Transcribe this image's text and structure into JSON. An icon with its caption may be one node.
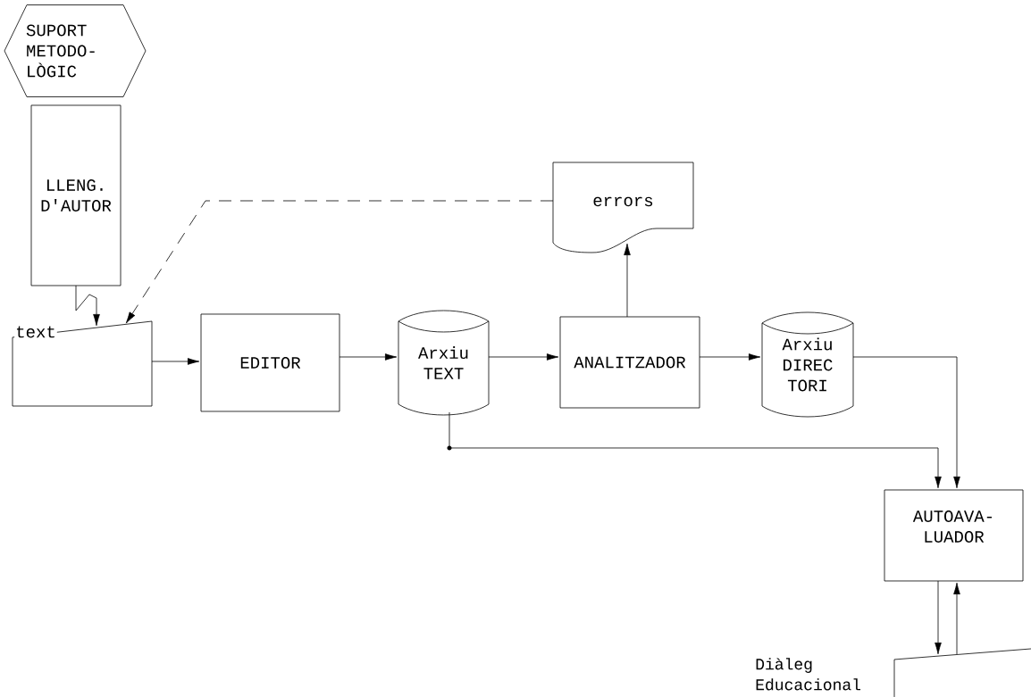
{
  "diagram": {
    "nodes": [
      {
        "text": [
          "SUPORT METODO- LÒGIC"
        ]
      },
      {
        "text": [
          "LLENG. D'AUTOR"
        ]
      },
      {
        "text": [],
        "shape": "trapezoid"
      },
      {
        "text": [
          "EDITOR"
        ]
      },
      {
        "text": [
          "Arxiu TEXT"
        ]
      },
      {
        "text": [
          "ANALITZADOR"
        ]
      },
      {
        "text": [
          "errors"
        ]
      },
      {
        "text": [
          "Arxiu DIREC TORI"
        ]
      },
      {
        "text": [
          "AUTOAVA- LUADOR"
        ]
      },
      {
        "text": [],
        "shape": "trapezoid",
        "beside": [
          "Diàleg Educacional"
        ]
      }
    ],
    "edges": [
      {
        "from": 1,
        "to": 2,
        "arrow": "to",
        "label": "text"
      },
      {
        "from": 6,
        "to": 2,
        "arrow": "to",
        "style": "dashed"
      },
      {
        "from": 2,
        "to": 3,
        "arrow": "to"
      },
      {
        "from": 3,
        "to": 4,
        "arrow": "to"
      },
      {
        "from": 4,
        "to": 5,
        "arrow": "to"
      },
      {
        "from": 5,
        "to": 6,
        "arrow": "to"
      },
      {
        "from": 5,
        "to": 7,
        "arrow": "to"
      },
      {
        "from": 4,
        "to": 8,
        "arrow": "to"
      },
      {
        "from": 7,
        "to": 8,
        "arrow": "to"
      },
      {
        "from": 8,
        "to": 9,
        "arrow": "to"
      },
      {
        "from": 9,
        "to": 8,
        "arrow": "to"
      }
    ]
  }
}
